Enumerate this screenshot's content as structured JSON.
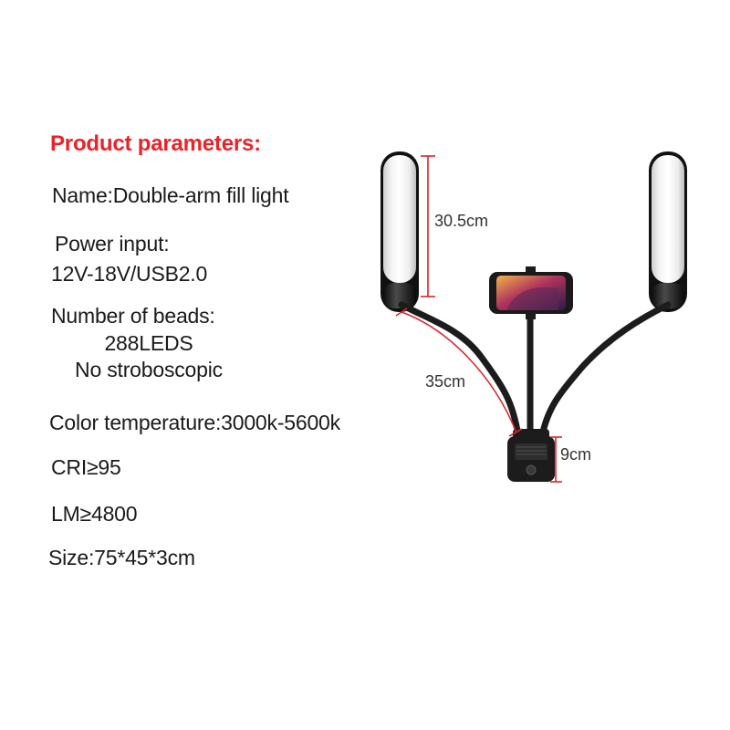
{
  "parameters": {
    "heading": "Product parameters:",
    "name": "Name:Double-arm fill light",
    "power_label": "Power input:",
    "power_value": "12V-18V/USB2.0",
    "beads_label": "Number of beads:",
    "beads_value": "288LEDS",
    "beads_note": "No stroboscopic",
    "color_temperature": "Color temperature:3000k-5600k",
    "cri": "CRI≥95",
    "lm": "LM≥4800",
    "size": "Size:75*45*3cm"
  },
  "dimensions": {
    "lamp_height": "30.5cm",
    "arm_length": "35cm",
    "base_height": "9cm"
  },
  "colors": {
    "heading": "#e8232a",
    "dimension_line": "#d9262c",
    "product_body": "#1c1c1c"
  }
}
